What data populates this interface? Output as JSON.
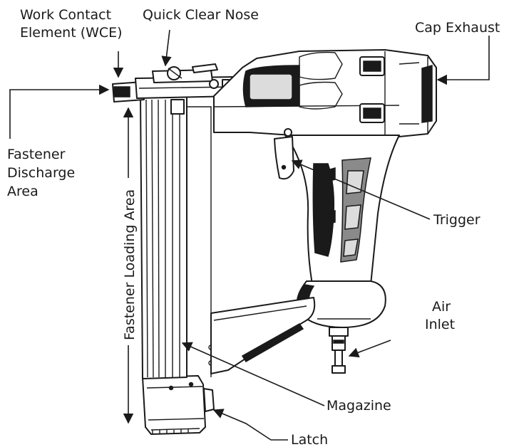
{
  "labels": {
    "wce_line1": "Work Contact",
    "wce_line2": "Element (WCE)",
    "quick_clear_nose": "Quick Clear Nose",
    "cap_exhaust": "Cap Exhaust",
    "discharge_line1": "Fastener",
    "discharge_line2": "Discharge",
    "discharge_line3": "Area",
    "loading_area": "Fastener Loading Area",
    "trigger": "Trigger",
    "air_inlet_line1": "Air",
    "air_inlet_line2": "Inlet",
    "magazine": "Magazine",
    "latch": "Latch"
  },
  "colors": {
    "ink": "#1a1a1a",
    "grip_dark": "#1a1a1a",
    "grip_grey": "#8a8a8a",
    "background": "#ffffff"
  }
}
